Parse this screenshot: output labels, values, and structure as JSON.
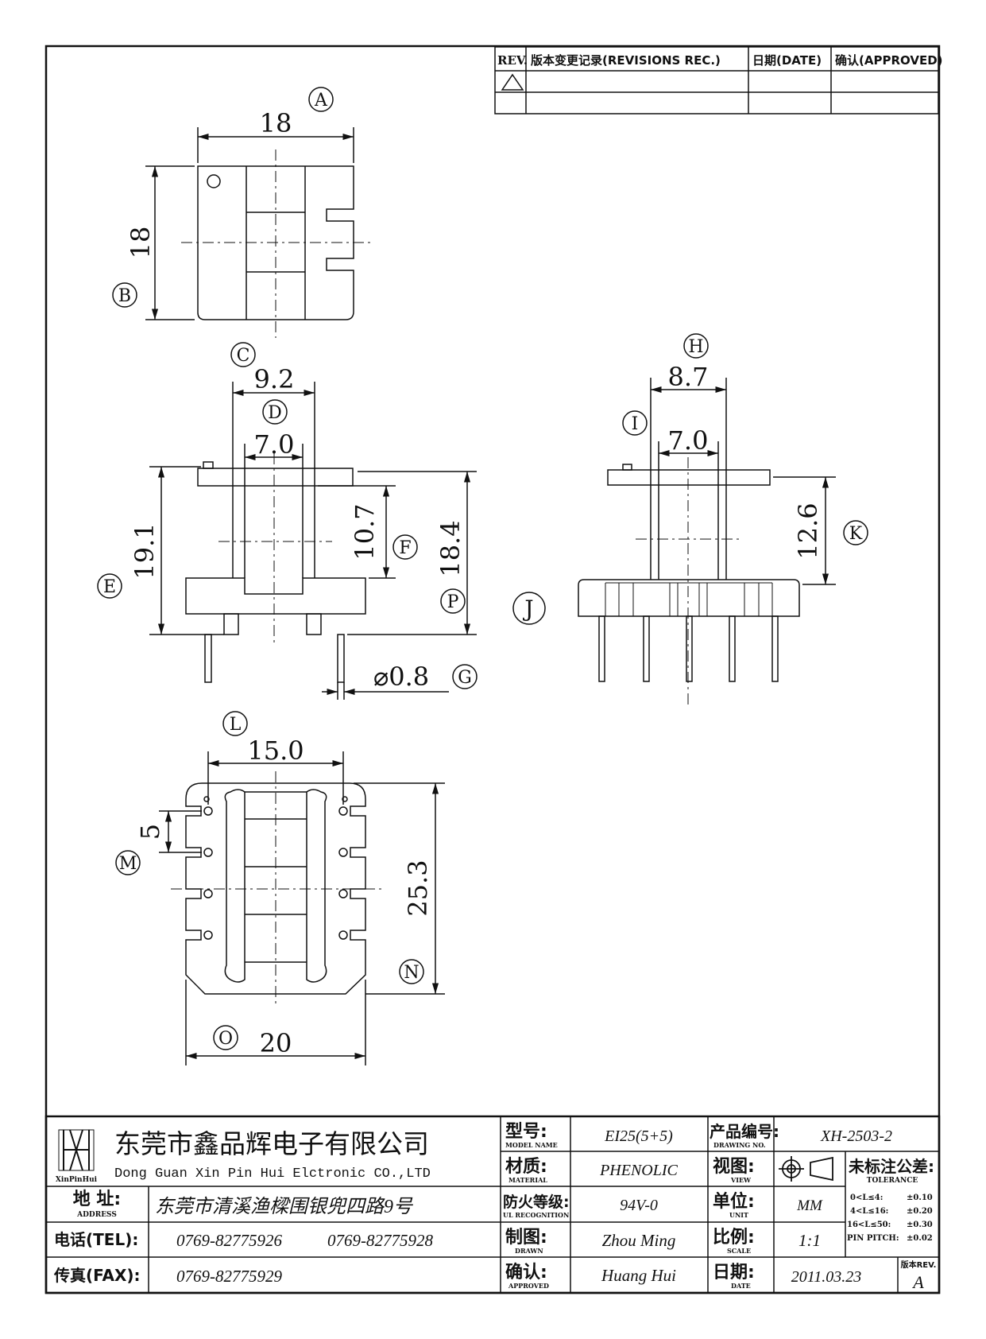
{
  "revision_table": {
    "col_rev": "REV.",
    "col_record": "版本变更记录(REVISIONS REC.)",
    "col_date": "日期(DATE)",
    "col_approved": "确认(APPROVED)"
  },
  "views": {
    "top": {
      "callout_a": "A",
      "dim_width": "18",
      "callout_b": "B",
      "dim_height": "18"
    },
    "front": {
      "callout_c": "C",
      "dim_flange_width": "9.2",
      "callout_d": "D",
      "dim_core_width": "7.0",
      "callout_e": "E",
      "dim_total_height": "19.1",
      "callout_f": "F",
      "dim_window_height": "10.7",
      "callout_p": "P",
      "dim_body_height": "18.4",
      "callout_g": "G",
      "dim_pin_diameter": "⌀0.8"
    },
    "side": {
      "callout_h": "H",
      "dim_flange_width": "8.7",
      "callout_i": "I",
      "dim_core_width": "7.0",
      "callout_k": "K",
      "dim_window_height": "12.6",
      "callout_j": "J"
    },
    "bottom": {
      "callout_l": "L",
      "dim_pin_span": "15.0",
      "callout_m": "M",
      "dim_pin_pitch": "5",
      "callout_n": "N",
      "dim_length": "25.3",
      "callout_o": "O",
      "dim_width": "20"
    }
  },
  "title_block": {
    "logo_caption": "XinPinHui",
    "company_cn": "东莞市鑫品辉电子有限公司",
    "company_en": "Dong Guan Xin Pin Hui Elctronic CO.,LTD",
    "address_label": "地 址:",
    "address_label_en": "ADDRESS",
    "address_value": "东莞市清溪渔樑围银兜四路9号",
    "tel_label": "电话(TEL):",
    "tel_value_1": "0769-82775926",
    "tel_value_2": "0769-82775928",
    "fax_label": "传真(FAX):",
    "fax_value": "0769-82775929",
    "model_label": "型号:",
    "model_label_en": "MODEL NAME",
    "model_value": "EI25(5+5)",
    "material_label": "材质:",
    "material_label_en": "MATERIAL",
    "material_value": "PHENOLIC",
    "flame_label": "防火等级:",
    "flame_label_en": "UL RECOGNITION",
    "flame_value": "94V-0",
    "drawn_label": "制图:",
    "drawn_label_en": "DRAWN",
    "drawn_value": "Zhou Ming",
    "approved_label": "确认:",
    "approved_label_en": "APPROVED",
    "approved_value": "Huang Hui",
    "drawing_no_label": "产品编号:",
    "drawing_no_label_en": "DRAWING NO.",
    "drawing_no_value": "XH-2503-2",
    "view_label": "视图:",
    "view_label_en": "VIEW",
    "unit_label": "单位:",
    "unit_label_en": "UNIT",
    "unit_value": "MM",
    "scale_label": "比例:",
    "scale_label_en": "SCALE",
    "scale_value": "1:1",
    "date_label": "日期:",
    "date_label_en": "DATE",
    "date_value": "2011.03.23",
    "tolerance_label": "未标注公差:",
    "tolerance_label_en": "TOLERANCE",
    "tolerance_rows": [
      {
        "range": "0<L≤4:",
        "value": "±0.10"
      },
      {
        "range": "4<L≤16:",
        "value": "±0.20"
      },
      {
        "range": "16<L≤50:",
        "value": "±0.30"
      },
      {
        "range": "PIN PITCH:",
        "value": "±0.02"
      }
    ],
    "rev_label": "版本REV.",
    "rev_value": "A"
  }
}
